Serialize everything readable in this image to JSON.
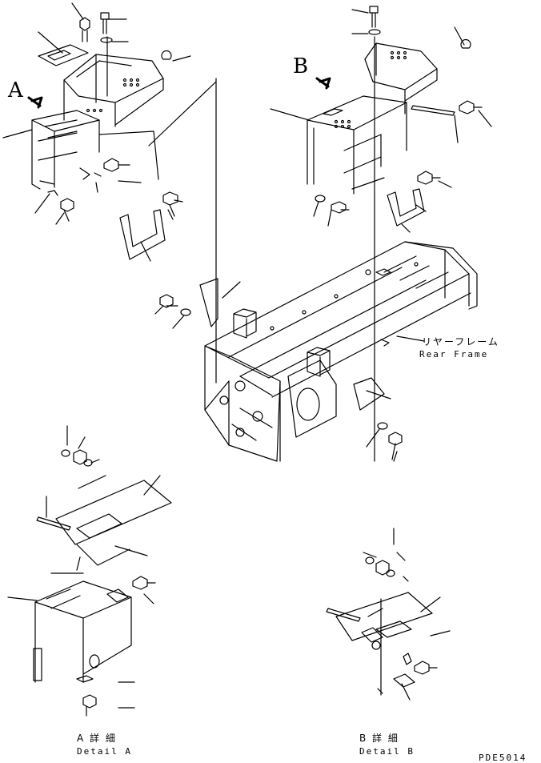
{
  "views": {
    "a_marker": "A",
    "b_marker": "B"
  },
  "frame": {
    "label_jp": "リヤーフレーム",
    "label_en": "Rear Frame"
  },
  "details": {
    "a_jp": "A 詳 細",
    "a_en": "Detail A",
    "b_jp": "B 詳 細",
    "b_en": "Detail B"
  },
  "drawing_code": "PDE5014"
}
